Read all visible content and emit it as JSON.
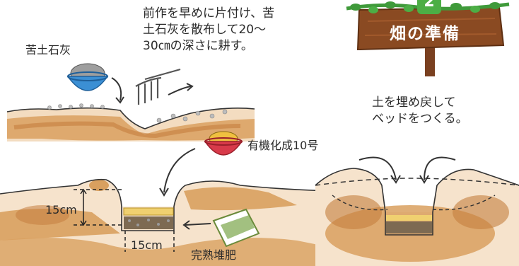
{
  "step": {
    "number": "2",
    "title": "畑の準備"
  },
  "instructions": {
    "step1_line1": "前作を早めに片付け、苦",
    "step1_line2": "土石灰を散布して20～",
    "step1_line3": "30㎝の深さに耕す。",
    "step3_line1": "土を埋め戻して",
    "step3_line2": "ベッドをつくる。"
  },
  "labels": {
    "lime": "苦土石灰",
    "fertilizer": "有機化成10号",
    "compost": "完熟堆肥",
    "depth": "15cm",
    "width": "15cm"
  },
  "colors": {
    "soil": "#d9a05f",
    "soil_dark": "#c47e3e",
    "sign_wood": "#8a4a22",
    "leaf_green": "#3f9a3a",
    "bowl_red": "#d83a4a",
    "bowl_blue": "#3b8fd4"
  }
}
